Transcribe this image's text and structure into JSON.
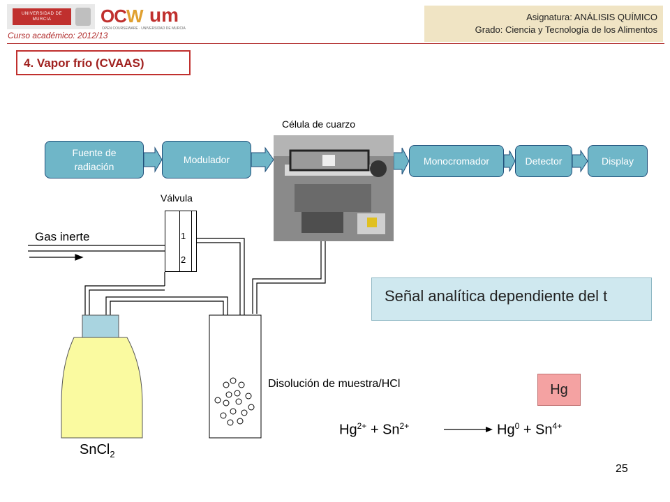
{
  "header": {
    "university_logo_text": "UNIVERSIDAD DE MURCIA",
    "ocw_logo_text": "OPEN COURSEWARE · UNIVERSIDAD DE MURCIA",
    "course_year": "Curso académico: 2012/13",
    "subject": "Asignatura: ANÁLISIS QUÍMICO",
    "degree": "Grado: Ciencia y Tecnología de los Alimentos"
  },
  "section_title": "4. Vapor frío (CVAAS)",
  "diagram": {
    "source_line1": "Fuente de",
    "source_line2": "radiación",
    "modulator": "Modulador",
    "cell_label": "Célula de cuarzo",
    "monochromator": "Monocromador",
    "detector": "Detector",
    "display": "Display",
    "valve_label": "Válvula",
    "valve_pos1": "1",
    "valve_pos2": "2",
    "gas": "Gas inerte",
    "sample_label": "Disolución de muestra/HCl",
    "reagent": "SnCl",
    "reagent_sub": "2"
  },
  "signal_text": "Señal analítica dependiente del t",
  "element_badge": "Hg",
  "reaction": {
    "left": "Hg",
    "left_charge": "2+",
    "plus1": " + Sn",
    "left_charge2": "2+",
    "right": "Hg",
    "right_charge": "0",
    "plus2": " + Sn",
    "right_charge2": "4+"
  },
  "page_number": "25",
  "colors": {
    "accent": "#c0302e",
    "box_fill": "#6fb6c8",
    "signal_fill": "#cfe8ef",
    "hg_fill": "#f4a2a2",
    "bottle_fill": "#fafaa0"
  }
}
